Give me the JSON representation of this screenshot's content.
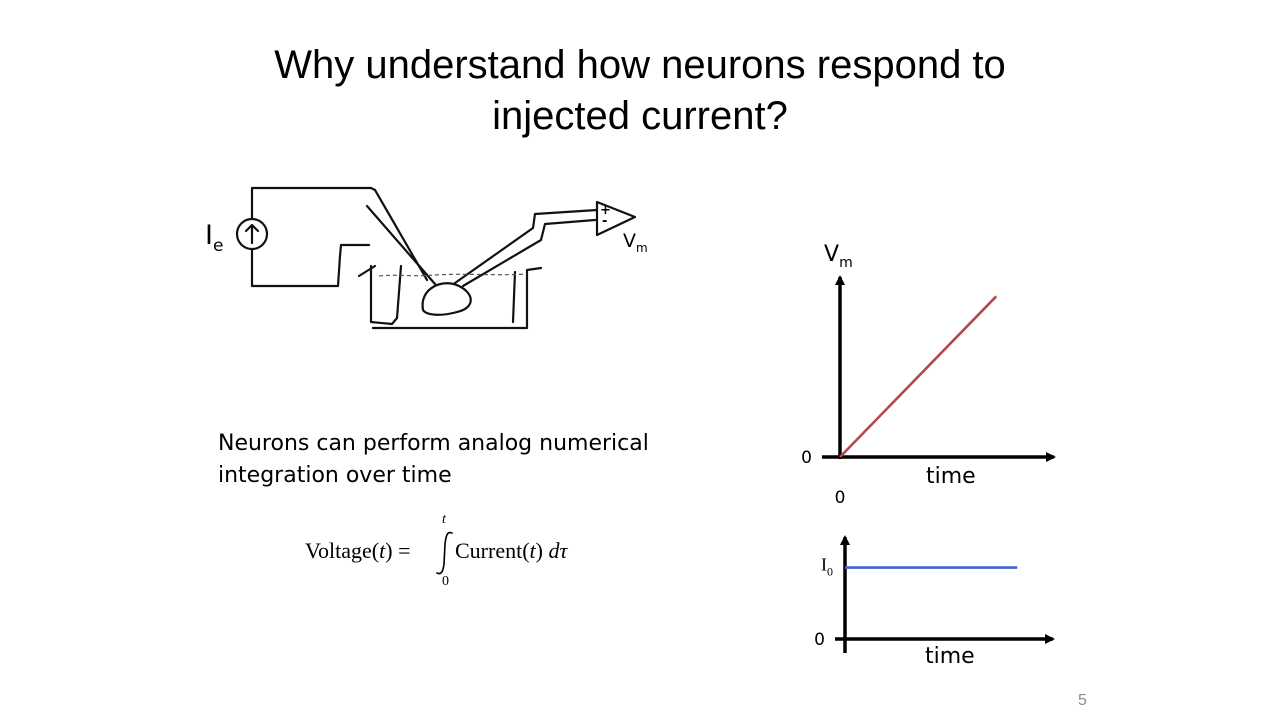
{
  "slide": {
    "title_line1": "Why understand how neurons respond to",
    "title_line2": "injected current?",
    "page_number": "5"
  },
  "diagram": {
    "current_label": "I",
    "current_sub": "e",
    "voltage_label": "V",
    "voltage_sub": "m",
    "amp_plus": "+",
    "amp_minus": "-"
  },
  "body": {
    "line1": "Neurons can perform analog numerical",
    "line2": "integration over time"
  },
  "equation": {
    "lhs_word": "Voltage(",
    "var": "t",
    "lhs_close": ")",
    "equals": " = ",
    "upper_limit": "t",
    "lower_limit": "0",
    "rhs_word": "Current(",
    "rhs_close": ") ",
    "d": "d",
    "tau": "τ"
  },
  "chart_data": [
    {
      "type": "line",
      "ylabel": "V",
      "ylabel_sub": "m",
      "xlabel": "time",
      "xticks": [
        "0"
      ],
      "yticks": [
        "0"
      ],
      "series": [
        {
          "color": "#b5474b",
          "x": [
            0,
            1
          ],
          "y": [
            0,
            1
          ]
        }
      ],
      "xlim": [
        0,
        1.28
      ],
      "ylim": [
        0,
        1.12
      ]
    },
    {
      "type": "line",
      "ylabel": "",
      "xlabel": "time",
      "yticks": [
        "0"
      ],
      "level_label": "I",
      "level_sub": "0",
      "series": [
        {
          "color": "#3f63d0",
          "x": [
            0,
            1
          ],
          "y": [
            1,
            1
          ]
        }
      ],
      "xlim": [
        0,
        1.19
      ],
      "ylim": [
        0,
        1.4
      ]
    }
  ]
}
